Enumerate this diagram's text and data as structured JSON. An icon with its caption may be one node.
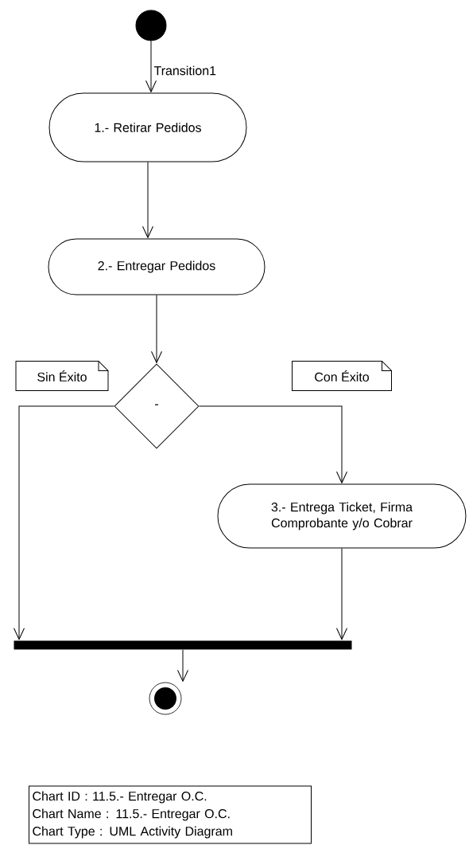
{
  "diagram": {
    "nodes": [
      {
        "text": [],
        "shape": "circle"
      },
      {
        "text": [
          "1.- Retirar Pedidos"
        ]
      },
      {
        "text": [
          "2.- Entregar Pedidos"
        ]
      },
      {
        "text": [
          "-"
        ]
      },
      {
        "text": [
          "3.- Entrega Ticket, Firma Comprobante y/o Cobrar"
        ]
      },
      {
        "text": [],
        "shape": "bar"
      },
      {
        "text": [],
        "shape": "circle"
      },
      {
        "text": [
          "Sin Éxito"
        ]
      },
      {
        "text": [
          "Con Éxito"
        ]
      },
      {
        "text": [
          "Chart ID : 11.5.- Entregar O.C.",
          "Chart Name : 11.5.- Entregar O.C.",
          "Chart Type : UML Activity Diagram"
        ]
      }
    ],
    "edges": [
      {
        "from": 0,
        "to": 1,
        "arrow": "to",
        "label": "Transition1"
      },
      {
        "from": 1,
        "to": 2,
        "arrow": "to"
      },
      {
        "from": 2,
        "to": 3,
        "arrow": "to"
      },
      {
        "from": 3,
        "to": 5,
        "arrow": "to"
      },
      {
        "from": 3,
        "to": 4,
        "arrow": "to"
      },
      {
        "from": 4,
        "to": 5,
        "arrow": "to"
      },
      {
        "from": 5,
        "to": 6,
        "arrow": "to"
      }
    ]
  }
}
